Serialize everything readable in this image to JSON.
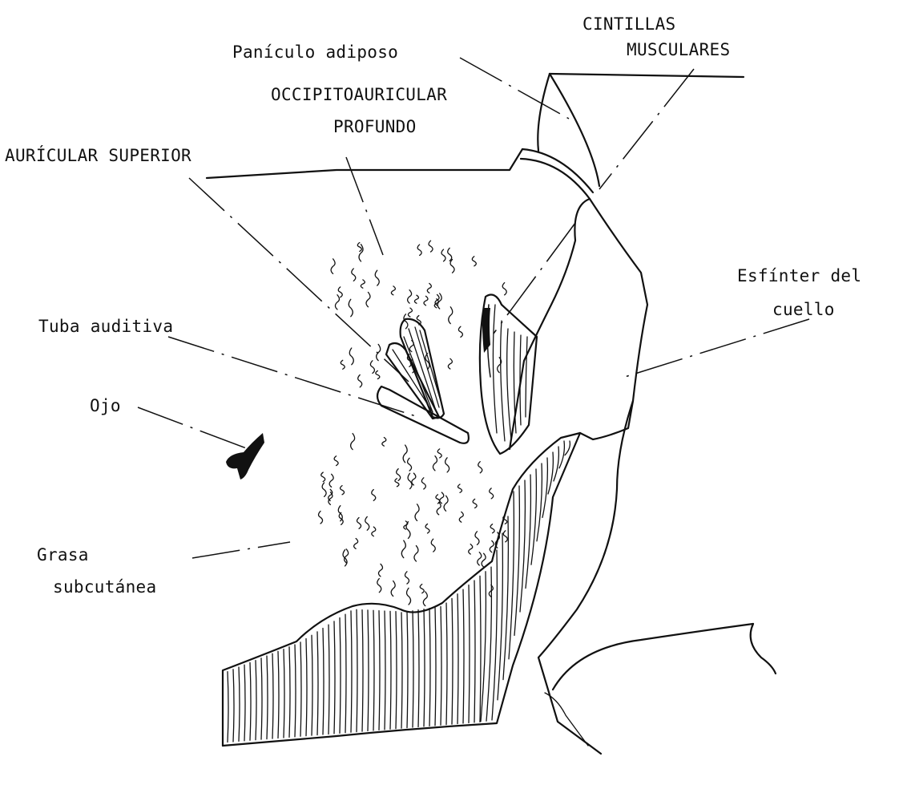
{
  "labels": {
    "cintillas_line1": "CINTILLAS",
    "cintillas_line2": "MUSCULARES",
    "paniculo": "Panículo adiposo",
    "occipito_line1": "OCCIPITOAURICULAR",
    "occipito_line2": "PROFUNDO",
    "auricular": "AURÍCULAR SUPERIOR",
    "esfinter_line1": "Esfínter del",
    "esfinter_line2": "cuello",
    "tuba": "Tuba auditiva",
    "ojo": "Ojo",
    "grasa_line1": "Grasa",
    "grasa_line2": "subcutánea"
  }
}
